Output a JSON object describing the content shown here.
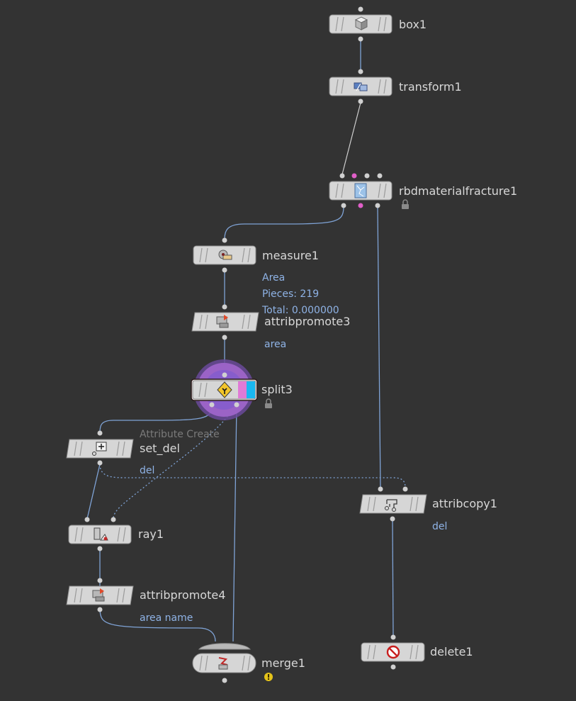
{
  "network": {
    "nodes": {
      "box1": {
        "name": "box1",
        "icon": "box-icon"
      },
      "transform1": {
        "name": "transform1",
        "icon": "transform-icon"
      },
      "rbdmaterialfracture1": {
        "name": "rbdmaterialfracture1",
        "icon": "rbd-fracture-icon"
      },
      "measure1": {
        "name": "measure1",
        "icon": "measure-icon",
        "info": [
          "Area",
          "Pieces: 219",
          "Total: 0.000000"
        ]
      },
      "attribpromote3": {
        "name": "attribpromote3",
        "icon": "attribpromote-icon",
        "info": [
          "area"
        ]
      },
      "split3": {
        "name": "split3",
        "icon": "split-icon"
      },
      "set_del": {
        "name": "set_del",
        "icon": "attribcreate-icon",
        "hint": "Attribute Create",
        "info": [
          "del"
        ]
      },
      "ray1": {
        "name": "ray1",
        "icon": "ray-icon"
      },
      "attribpromote4": {
        "name": "attribpromote4",
        "icon": "attribpromote-icon",
        "info": [
          "area name"
        ]
      },
      "merge1": {
        "name": "merge1",
        "icon": "merge-icon",
        "status": "warning"
      },
      "attribcopy1": {
        "name": "attribcopy1",
        "icon": "attribcopy-icon",
        "info": [
          "del"
        ]
      },
      "delete1": {
        "name": "delete1",
        "icon": "delete-icon"
      }
    }
  },
  "colors": {
    "background": "#333333",
    "wire": "#7fa3d6",
    "port_pink": "#e05fc8",
    "split_highlight": "#9b63c6",
    "split_flag_cyan": "#19b7f0",
    "split_flag_pink": "#e07ad6",
    "warning": "#e3c21a"
  }
}
